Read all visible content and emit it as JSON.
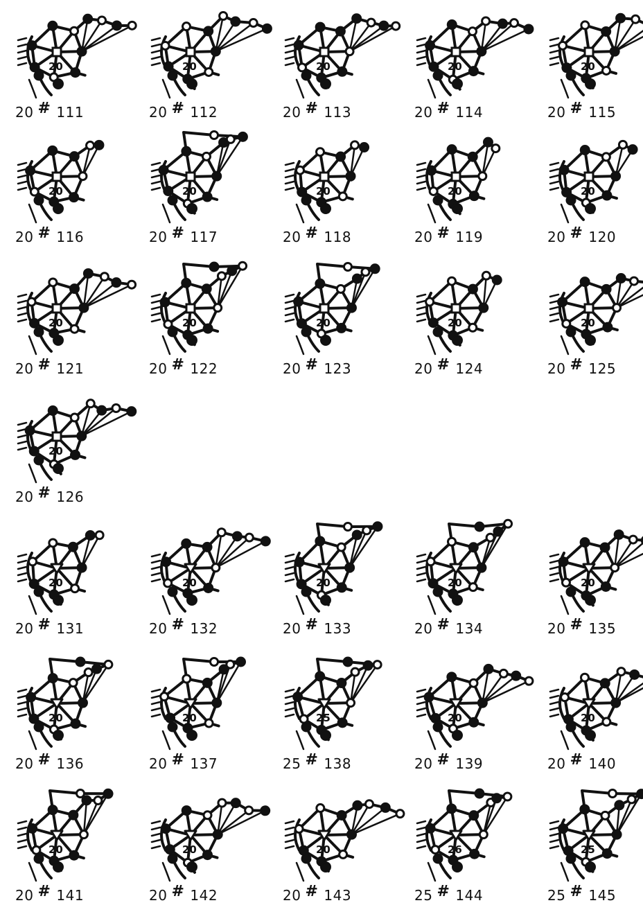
{
  "colors": {
    "ink": "#111111",
    "background": "#ffffff"
  },
  "configurations": [
    {
      "caption_left": "20",
      "caption_mark": "#",
      "caption_right": "111",
      "core_label": "20",
      "center": "square",
      "ext": "wide"
    },
    {
      "caption_left": "20",
      "caption_mark": "#",
      "caption_right": "112",
      "core_label": "20",
      "center": "square",
      "ext": "wide"
    },
    {
      "caption_left": "20",
      "caption_mark": "#",
      "caption_right": "113",
      "core_label": "20",
      "center": "square",
      "ext": "wide"
    },
    {
      "caption_left": "20",
      "caption_mark": "#",
      "caption_right": "114",
      "core_label": "20",
      "center": "square",
      "ext": "wide"
    },
    {
      "caption_left": "20",
      "caption_mark": "#",
      "caption_right": "115",
      "core_label": "20",
      "center": "square",
      "ext": "wide"
    },
    {
      "caption_left": "20",
      "caption_mark": "#",
      "caption_right": "116",
      "core_label": "20",
      "center": "square",
      "ext": "small"
    },
    {
      "caption_left": "20",
      "caption_mark": "#",
      "caption_right": "117",
      "core_label": "20",
      "center": "square",
      "ext": "top"
    },
    {
      "caption_left": "20",
      "caption_mark": "#",
      "caption_right": "118",
      "core_label": "20",
      "center": "square",
      "ext": "small"
    },
    {
      "caption_left": "20",
      "caption_mark": "#",
      "caption_right": "119",
      "core_label": "20",
      "center": "square",
      "ext": "small"
    },
    {
      "caption_left": "20",
      "caption_mark": "#",
      "caption_right": "120",
      "core_label": "20",
      "center": "square",
      "ext": "small"
    },
    {
      "caption_left": "20",
      "caption_mark": "#",
      "caption_right": "121",
      "core_label": "20",
      "center": "square",
      "ext": "wide"
    },
    {
      "caption_left": "20",
      "caption_mark": "#",
      "caption_right": "122",
      "core_label": "20",
      "center": "square",
      "ext": "top"
    },
    {
      "caption_left": "20",
      "caption_mark": "#",
      "caption_right": "123",
      "core_label": "20",
      "center": "square",
      "ext": "top"
    },
    {
      "caption_left": "20",
      "caption_mark": "#",
      "caption_right": "124",
      "core_label": "20",
      "center": "square",
      "ext": "small"
    },
    {
      "caption_left": "20",
      "caption_mark": "#",
      "caption_right": "125",
      "core_label": "20",
      "center": "square",
      "ext": "wide"
    },
    {
      "caption_left": "20",
      "caption_mark": "#",
      "caption_right": "126",
      "core_label": "20",
      "center": "square",
      "ext": "wide"
    },
    {
      "caption_left": "20",
      "caption_mark": "#",
      "caption_right": "131",
      "core_label": "20",
      "center": "triangle",
      "ext": "small"
    },
    {
      "caption_left": "20",
      "caption_mark": "#",
      "caption_right": "132",
      "core_label": "20",
      "center": "triangle",
      "ext": "wide"
    },
    {
      "caption_left": "20",
      "caption_mark": "#",
      "caption_right": "133",
      "core_label": "20",
      "center": "triangle",
      "ext": "top"
    },
    {
      "caption_left": "20",
      "caption_mark": "#",
      "caption_right": "134",
      "core_label": "20",
      "center": "triangle",
      "ext": "top"
    },
    {
      "caption_left": "20",
      "caption_mark": "#",
      "caption_right": "135",
      "core_label": "20",
      "center": "triangle",
      "ext": "wide"
    },
    {
      "caption_left": "20",
      "caption_mark": "#",
      "caption_right": "136",
      "core_label": "20",
      "center": "triangle",
      "ext": "top"
    },
    {
      "caption_left": "20",
      "caption_mark": "#",
      "caption_right": "137",
      "core_label": "20",
      "center": "triangle",
      "ext": "top"
    },
    {
      "caption_left": "25",
      "caption_mark": "#",
      "caption_right": "138",
      "core_label": "25",
      "center": "triangle",
      "ext": "top"
    },
    {
      "caption_left": "20",
      "caption_mark": "#",
      "caption_right": "139",
      "core_label": "20",
      "center": "triangle",
      "ext": "wide"
    },
    {
      "caption_left": "20",
      "caption_mark": "#",
      "caption_right": "140",
      "core_label": "20",
      "center": "triangle",
      "ext": "wide"
    },
    {
      "caption_left": "20",
      "caption_mark": "#",
      "caption_right": "141",
      "core_label": "20",
      "center": "triangle",
      "ext": "top"
    },
    {
      "caption_left": "20",
      "caption_mark": "#",
      "caption_right": "142",
      "core_label": "20",
      "center": "triangle",
      "ext": "wide"
    },
    {
      "caption_left": "20",
      "caption_mark": "#",
      "caption_right": "143",
      "core_label": "20",
      "center": "triangle",
      "ext": "wide"
    },
    {
      "caption_left": "25",
      "caption_mark": "#",
      "caption_right": "144",
      "core_label": "26",
      "center": "triangle",
      "ext": "top"
    },
    {
      "caption_left": "25",
      "caption_mark": "#",
      "caption_right": "145",
      "core_label": "25",
      "center": "triangle",
      "ext": "top"
    }
  ]
}
